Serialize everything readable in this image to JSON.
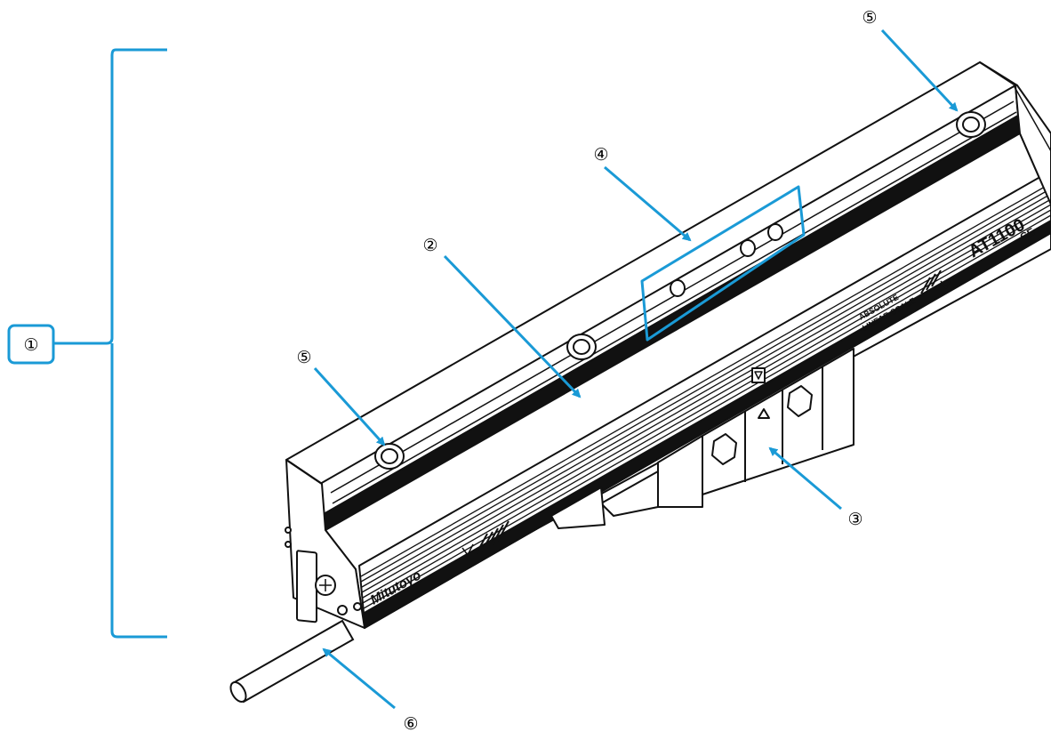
{
  "diagram": {
    "accent_color": "#1a9ad6",
    "callouts": {
      "c1": "①",
      "c2": "②",
      "c3": "③",
      "c4": "④",
      "c5a": "⑤",
      "c5b": "⑤",
      "c6": "⑥"
    },
    "product_labels": {
      "brand": "Mitutoyo",
      "model": "AT1100",
      "ce_mark": "CE",
      "scale_line1": "ABSOLUTE",
      "scale_line2": "LINEAR SCALE"
    }
  }
}
